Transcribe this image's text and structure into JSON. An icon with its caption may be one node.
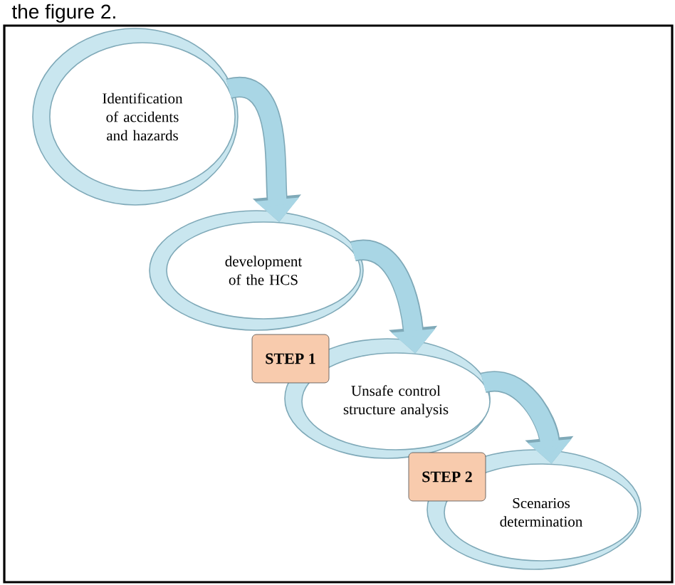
{
  "diagram": {
    "nodes": [
      {
        "text": [
          "Identification of accidents and hazards"
        ]
      },
      {
        "text": [
          "development of the HCS"
        ]
      },
      {
        "text": [
          "Unsafe control structure analysis"
        ]
      },
      {
        "text": [
          "Scenarios determination"
        ]
      },
      {
        "text": [
          "STEP 1"
        ]
      },
      {
        "text": [
          "STEP 2"
        ]
      }
    ],
    "edges": [
      {
        "from": 0,
        "to": 1,
        "arrow": "to"
      },
      {
        "from": 1,
        "to": 2,
        "arrow": "to"
      },
      {
        "from": 2,
        "to": 3,
        "arrow": "to"
      }
    ],
    "labels": [
      "the figure 2."
    ]
  }
}
